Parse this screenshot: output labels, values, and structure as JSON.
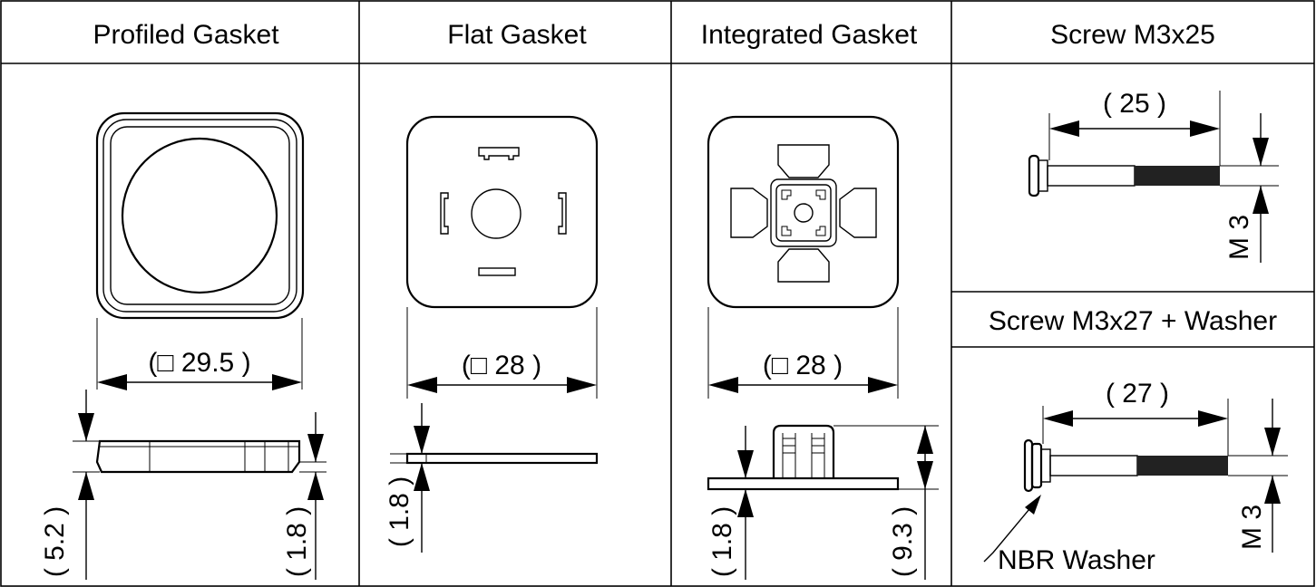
{
  "headers": {
    "profiled": "Profiled Gasket",
    "flat": "Flat Gasket",
    "integrated": "Integrated Gasket",
    "screw25": "Screw M3x25",
    "screw27": "Screw M3x27 + Washer"
  },
  "dimensions": {
    "profiled_width": "(□ 29.5 )",
    "profiled_height": "( 5.2 )",
    "profiled_thickness": "( 1.8 )",
    "flat_width": "(□ 28 )",
    "flat_thickness": "( 1.8 )",
    "integrated_width": "(□ 28 )",
    "integrated_thickness": "( 1.8 )",
    "integrated_height": "( 9.3 )",
    "screw25_length": "( 25 )",
    "screw25_thread": "M 3",
    "screw27_length": "( 27 )",
    "screw27_thread": "M 3"
  },
  "labels": {
    "washer": "NBR Washer"
  }
}
